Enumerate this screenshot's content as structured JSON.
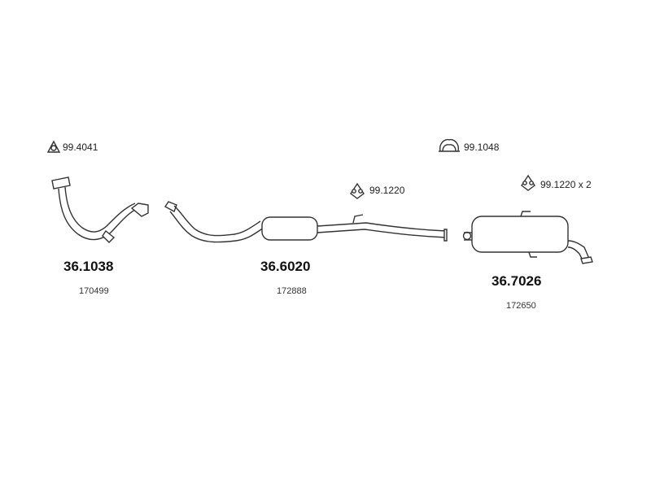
{
  "accessories": {
    "gasket_front": "99.4041",
    "clamp_rear": "99.1048",
    "hanger_mid": "99.1220",
    "hanger_rear": "99.1220 x 2"
  },
  "parts": {
    "front_pipe": {
      "number": "36.1038",
      "ref": "170499"
    },
    "middle_silencer": {
      "number": "36.6020",
      "ref": "172888"
    },
    "rear_silencer": {
      "number": "36.7026",
      "ref": "172650"
    }
  },
  "colors": {
    "line": "#333333",
    "fill": "#ffffff"
  }
}
